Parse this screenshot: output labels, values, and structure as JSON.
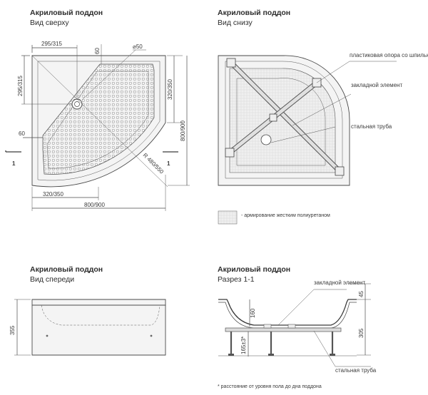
{
  "views": {
    "top": {
      "title": "Акриловый поддон",
      "subtitle": "Вид сверху"
    },
    "bottom": {
      "title": "Акриловый поддон",
      "subtitle": "Вид снизу"
    },
    "front": {
      "title": "Акриловый поддон",
      "subtitle": "Вид спереди"
    },
    "section": {
      "title": "Акриловый поддон",
      "subtitle": "Разрез 1-1"
    }
  },
  "dims": {
    "top_width_inner": "295/315",
    "top_height_inner": "295/315",
    "top_offset_left": "60",
    "top_offset_top": "60",
    "drain_diameter": "⌀50",
    "right_inner": "320/350",
    "right_total": "800/900",
    "bottom_inner": "320/350",
    "bottom_total": "800/900",
    "radius": "R 480/550",
    "section_marker": "1",
    "front_height": "355",
    "section_top": "45",
    "section_depth": "160",
    "section_total": "305",
    "section_leg": "165±3*"
  },
  "labels": {
    "support": "пластиковая опора со шпилькой",
    "insert": "закладной элемент",
    "pipe": "стальная труба",
    "legend": "- армирование жестким полиуретаном",
    "section_insert": "закладной элемент",
    "section_pipe": "стальная труба"
  },
  "footnote": "* расстояние от уровня пола до дна поддона"
}
